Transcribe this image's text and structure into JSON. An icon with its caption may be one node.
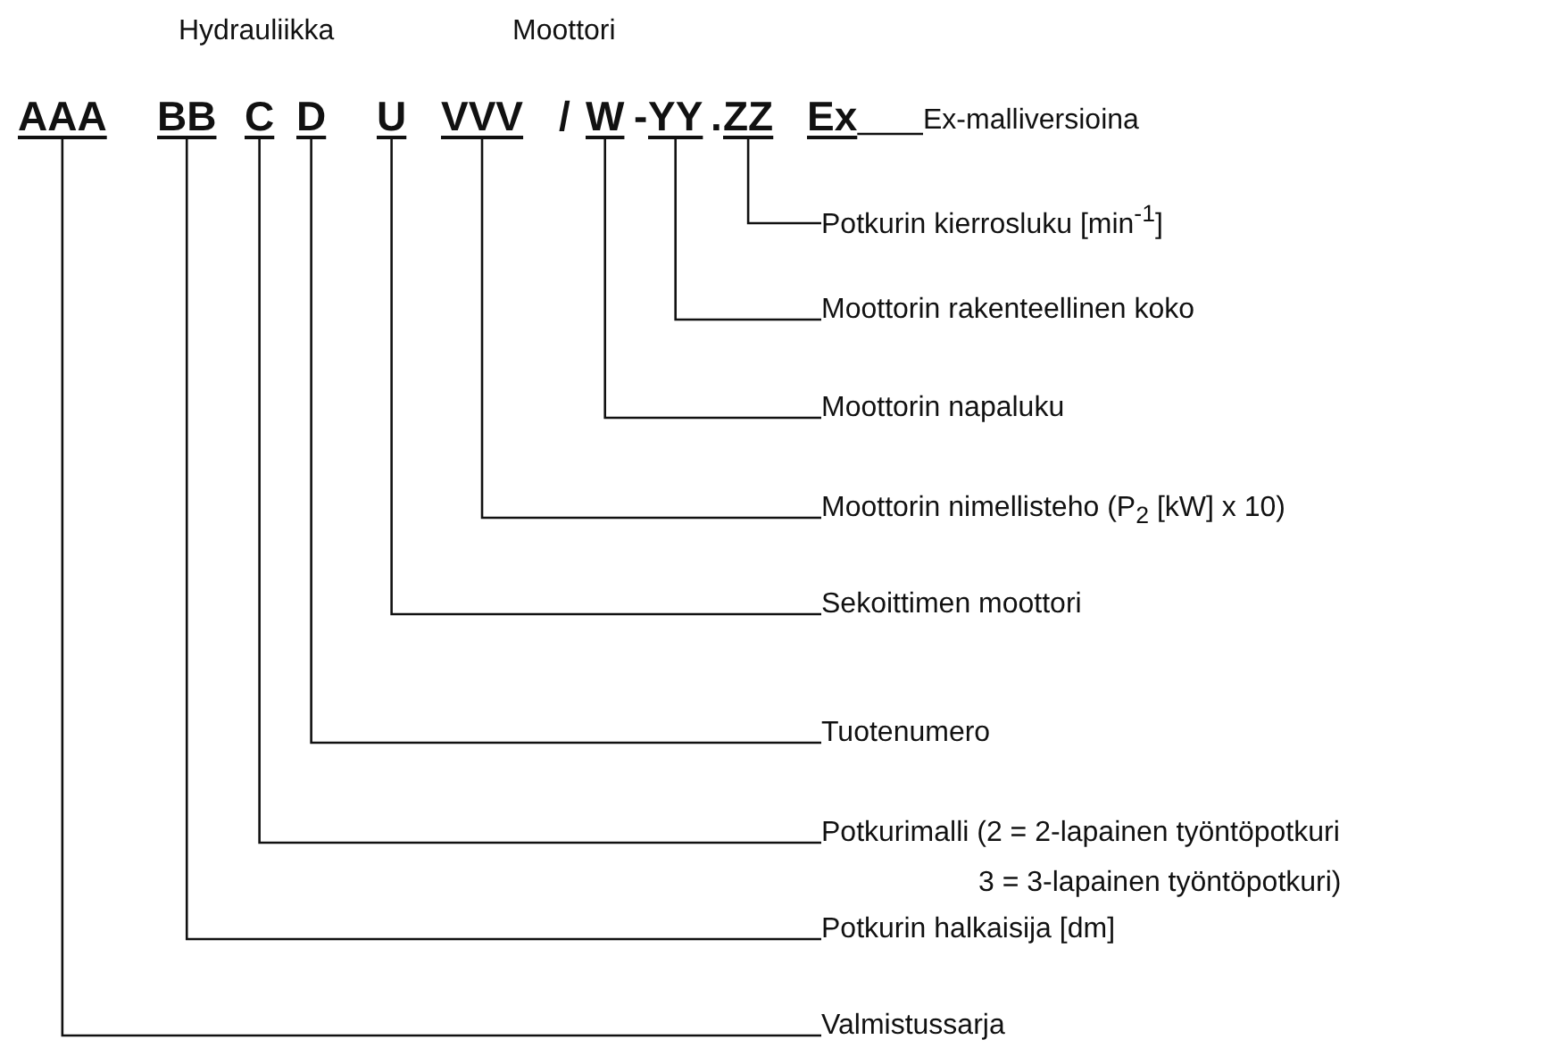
{
  "diagram": {
    "nodes": [
      {
        "text": [
          "AAA"
        ]
      },
      {
        "text": [
          "BB"
        ]
      },
      {
        "text": [
          "C"
        ]
      },
      {
        "text": [
          "D"
        ]
      },
      {
        "text": [
          "U"
        ]
      },
      {
        "text": [
          "VVV"
        ]
      },
      {
        "text": [
          "W"
        ]
      },
      {
        "text": [
          "YY"
        ]
      },
      {
        "text": [
          "ZZ"
        ]
      },
      {
        "text": [
          "Ex"
        ]
      },
      {
        "text": [
          "Ex-malliversioina"
        ]
      },
      {
        "text": [
          "Potkurin kierrosluku [min$^{-1}$]"
        ]
      },
      {
        "text": [
          "Moottorin rakenteellinen koko"
        ]
      },
      {
        "text": [
          "Moottorin napaluku"
        ]
      },
      {
        "text": [
          "Moottorin nimellisteho (P$_{2}$ [kW] x 10)"
        ]
      },
      {
        "text": [
          "Sekoittimen moottori"
        ]
      },
      {
        "text": [
          "Tuotenumero"
        ]
      },
      {
        "text": [
          "Potkurimalli (2 = 2-lapainen työntöpotkuri 3 = 3-lapainen työntöpotkuri)"
        ]
      },
      {
        "text": [
          "Potkurin halkaisija [dm]"
        ]
      },
      {
        "text": [
          "Valmistussarja"
        ]
      }
    ],
    "edges": [
      {
        "from": 10,
        "to": 9,
        "arrow": "none"
      },
      {
        "from": 11,
        "to": 8,
        "arrow": "none"
      },
      {
        "from": 12,
        "to": 7,
        "arrow": "none"
      },
      {
        "from": 13,
        "to": 6,
        "arrow": "none"
      },
      {
        "from": 14,
        "to": 5,
        "arrow": "none"
      },
      {
        "from": 15,
        "to": 4,
        "arrow": "none"
      },
      {
        "from": 16,
        "to": 3,
        "arrow": "none"
      },
      {
        "from": 17,
        "to": 2,
        "arrow": "none"
      },
      {
        "from": 18,
        "to": 1,
        "arrow": "none"
      },
      {
        "from": 19,
        "to": 0,
        "arrow": "none"
      }
    ],
    "labels": [
      "Hydrauliikka",
      "Moottori",
      "/",
      "-",
      "."
    ]
  }
}
